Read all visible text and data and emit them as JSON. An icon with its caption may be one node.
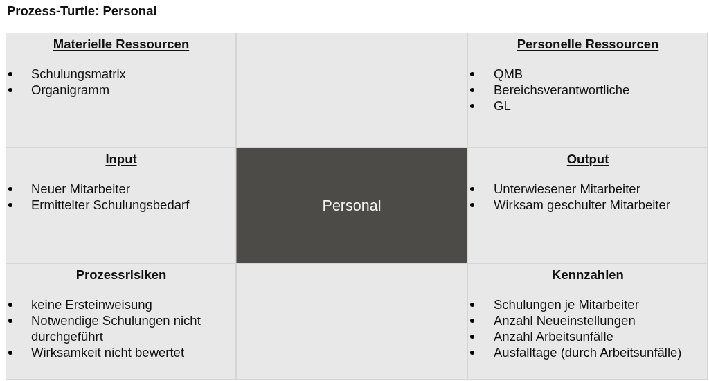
{
  "diagram": {
    "title": "Prozess-Turtle: Personal",
    "nodes": [
      {
        "text": [
          "Materielle Ressourcen",
          "Schulungsmatrix",
          "Organigramm"
        ]
      },
      {
        "text": [],
        "shape": "box"
      },
      {
        "text": [
          "Personelle Ressourcen",
          "QMB",
          "Bereichsverantwortliche",
          "GL"
        ]
      },
      {
        "text": [
          "Input",
          "Neuer Mitarbeiter",
          "Ermittelter Schulungsbedarf"
        ]
      },
      {
        "text": [
          "Personal"
        ]
      },
      {
        "text": [
          "Output",
          "Unterwiesener Mitarbeiter",
          "Wirksam geschulter Mitarbeiter"
        ]
      },
      {
        "text": [
          "Prozessrisiken",
          "keine Ersteinweisung",
          "Notwendige Schulungen nicht durchgeführt",
          "Wirksamkeit nicht bewertet"
        ]
      },
      {
        "text": [],
        "shape": "box"
      },
      {
        "text": [
          "Kennzahlen",
          "Schulungen je Mitarbeiter",
          "Anzahl Neueinstellungen",
          "Anzahl Arbeitsunfälle",
          "Ausfalltage (durch Arbeitsunfälle)"
        ]
      }
    ]
  }
}
